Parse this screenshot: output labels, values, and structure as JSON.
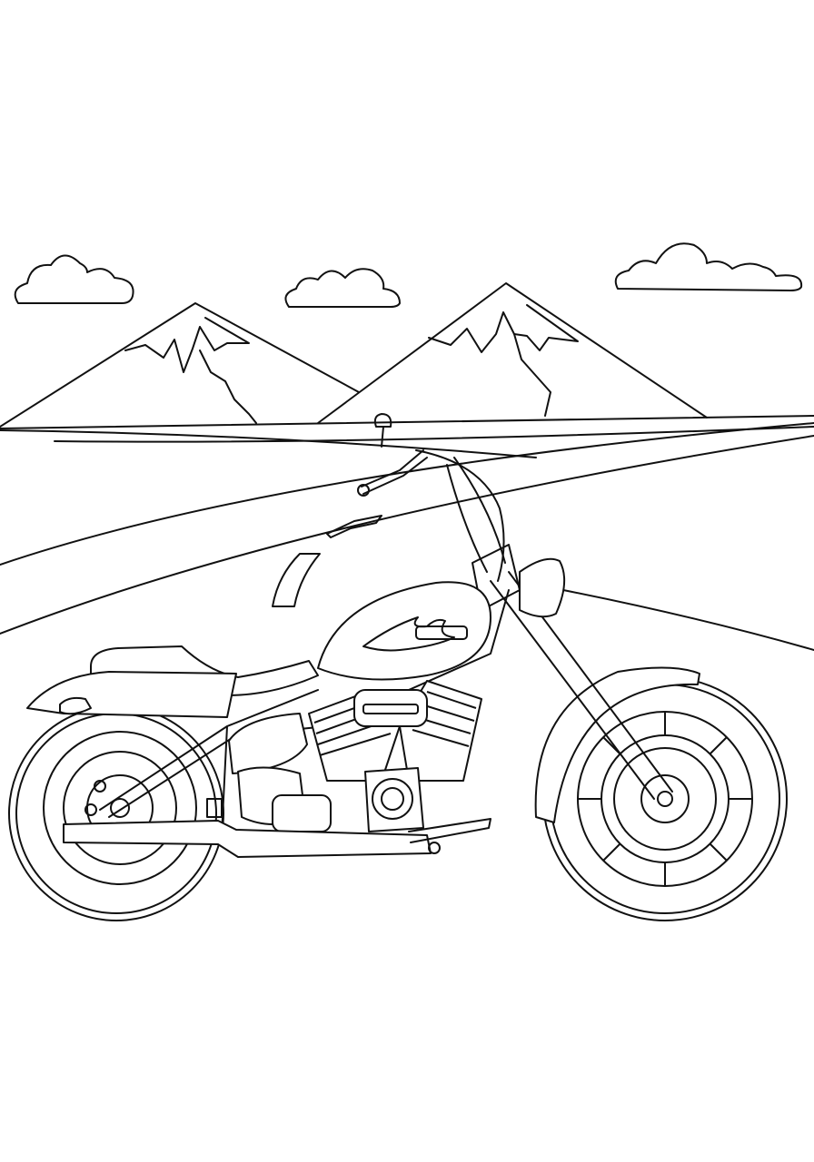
{
  "illustration": {
    "style": "coloring-page line art",
    "colors": {
      "background": "#ffffff",
      "line": "#111111"
    },
    "subjects": [
      "motorcycle",
      "road",
      "mountains",
      "clouds"
    ]
  }
}
